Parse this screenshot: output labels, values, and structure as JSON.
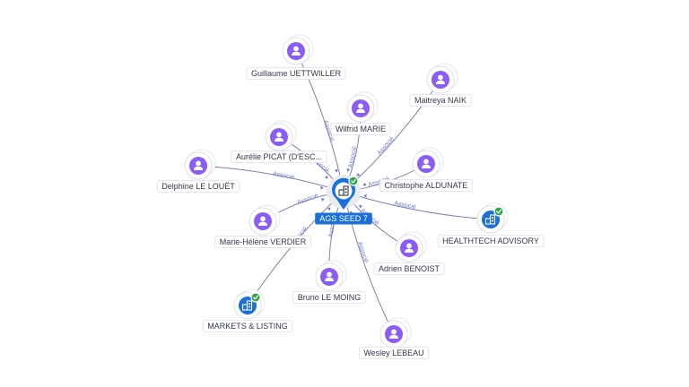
{
  "center": {
    "label": "AGS SEED 7",
    "type": "company",
    "verified": true
  },
  "edge_label": "Associé",
  "nodes": [
    {
      "id": "guillaume",
      "label": "Guillaume UETTWILLER",
      "type": "person"
    },
    {
      "id": "maitreya",
      "label": "Maitreya NAIK",
      "type": "person"
    },
    {
      "id": "wilfrid",
      "label": "Wilfrid MARIE",
      "type": "person"
    },
    {
      "id": "aurelie",
      "label": "Aurélie PICAT (D'ESC...",
      "type": "person"
    },
    {
      "id": "delphine",
      "label": "Delphine LE LOUËT",
      "type": "person"
    },
    {
      "id": "christophe",
      "label": "Christophe ALDUNATE",
      "type": "person"
    },
    {
      "id": "healthtech",
      "label": "HEALTHTECH ADVISORY",
      "type": "company",
      "verified": true
    },
    {
      "id": "mariehelene",
      "label": "Marie-Hélène VERDIER",
      "type": "person"
    },
    {
      "id": "adrien",
      "label": "Adrien BENOIST",
      "type": "person"
    },
    {
      "id": "bruno",
      "label": "Bruno LE MOING",
      "type": "person"
    },
    {
      "id": "markets",
      "label": "MARKETS & LISTING",
      "type": "company",
      "verified": true
    },
    {
      "id": "wesley",
      "label": "Wesley LEBEAU",
      "type": "person"
    }
  ]
}
